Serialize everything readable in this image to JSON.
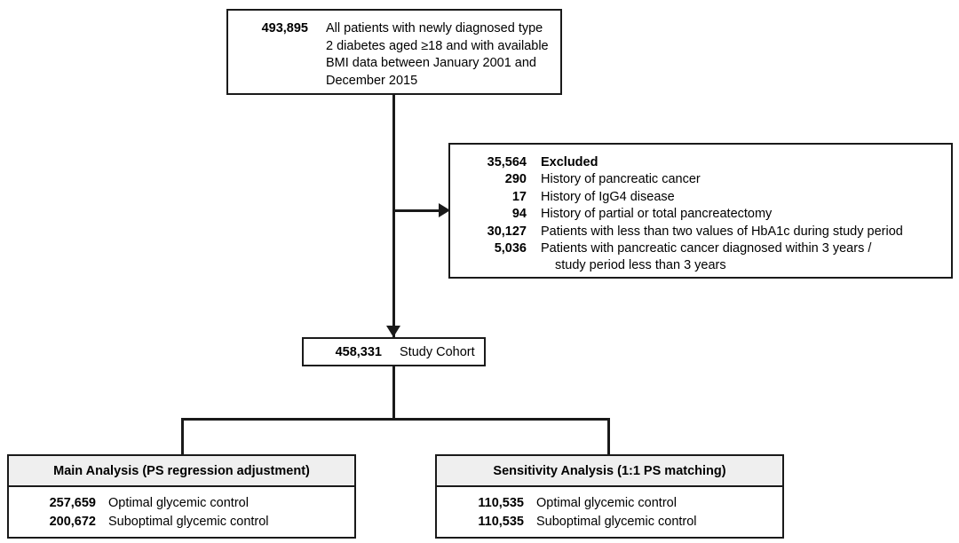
{
  "flowchart": {
    "source_box": {
      "count": "493,895",
      "description": "All patients with newly diagnosed type 2 diabetes aged ≥18 and with available BMI data between January 2001 and December 2015"
    },
    "excluded_box": {
      "total_count": "35,564",
      "total_label": "Excluded",
      "reasons": [
        {
          "count": "290",
          "label": "History of pancreatic cancer"
        },
        {
          "count": "17",
          "label": "History of IgG4 disease"
        },
        {
          "count": "94",
          "label": "History of partial or total pancreatectomy"
        },
        {
          "count": "30,127",
          "label": "Patients with less than two values of HbA1c during study period"
        },
        {
          "count": "5,036",
          "label": "Patients with pancreatic cancer diagnosed within 3 years /"
        }
      ],
      "continuation": "study period less than 3 years"
    },
    "cohort_box": {
      "count": "458,331",
      "label": "Study Cohort"
    },
    "main_analysis": {
      "title": "Main Analysis (PS regression adjustment)",
      "rows": [
        {
          "count": "257,659",
          "label": "Optimal glycemic control"
        },
        {
          "count": "200,672",
          "label": "Suboptimal glycemic control"
        }
      ]
    },
    "sensitivity_analysis": {
      "title": "Sensitivity Analysis (1:1 PS matching)",
      "rows": [
        {
          "count": "110,535",
          "label": "Optimal glycemic control"
        },
        {
          "count": "110,535",
          "label": "Suboptimal glycemic control"
        }
      ]
    },
    "colors": {
      "line": "#1a1a1a",
      "header_fill": "#efefef",
      "background": "#ffffff"
    }
  }
}
